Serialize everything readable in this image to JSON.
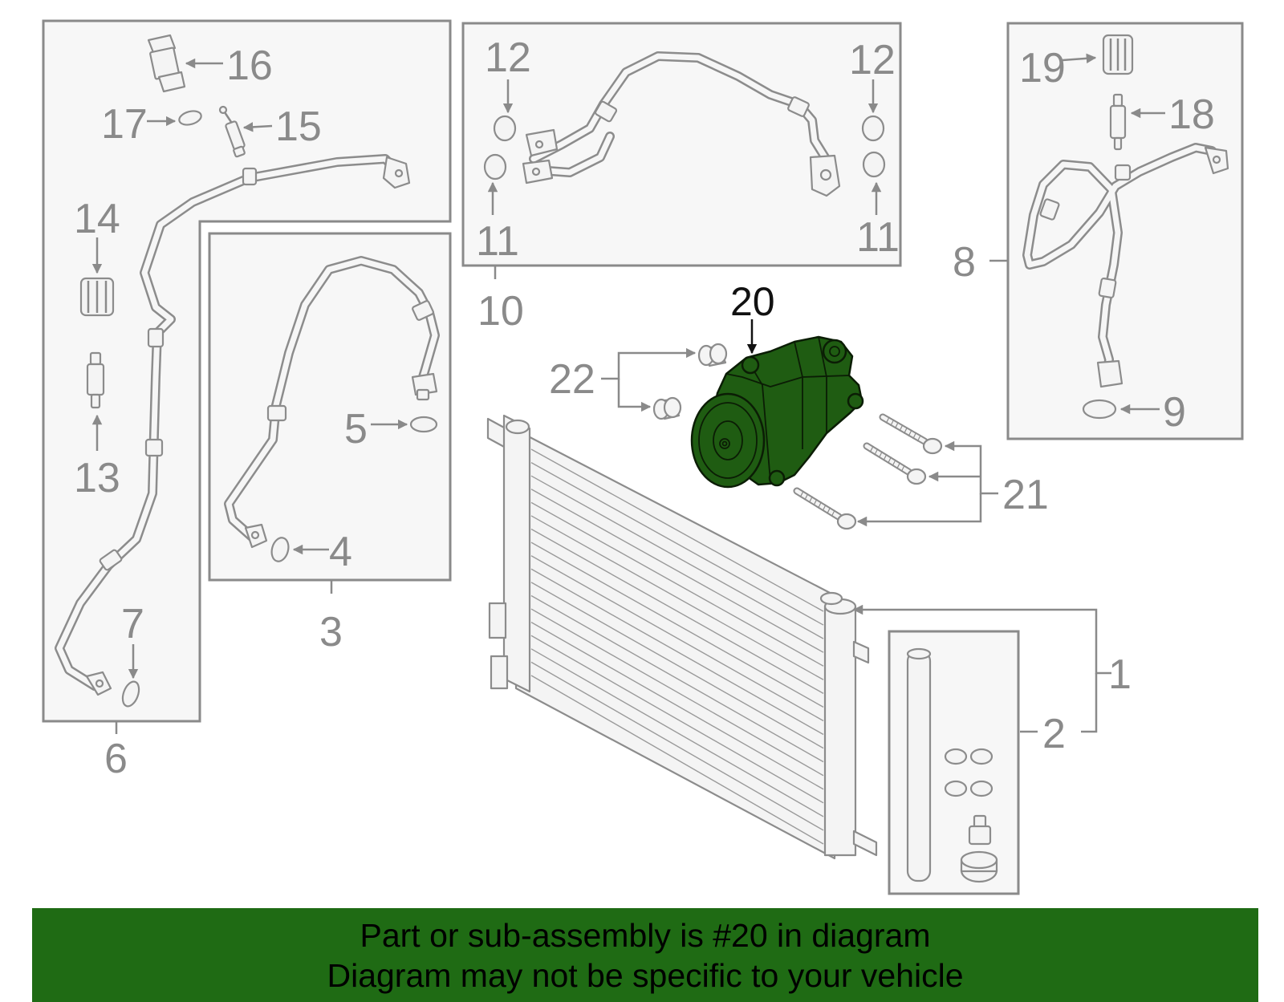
{
  "callouts": {
    "c1": "1",
    "c2": "2",
    "c3": "3",
    "c4": "4",
    "c5": "5",
    "c6": "6",
    "c7": "7",
    "c8": "8",
    "c9": "9",
    "c10": "10",
    "c11a": "11",
    "c11b": "11",
    "c12a": "12",
    "c12b": "12",
    "c13": "13",
    "c14": "14",
    "c15": "15",
    "c16": "16",
    "c17": "17",
    "c18": "18",
    "c19": "19",
    "c20": "20",
    "c21": "21",
    "c22": "22"
  },
  "highlight": {
    "part": "20",
    "color": "#1f6b14"
  },
  "banner": {
    "line1": "Part or sub-assembly is #20 in diagram",
    "line2": "Diagram may not be specific to your vehicle",
    "color": "#1f6b14"
  }
}
